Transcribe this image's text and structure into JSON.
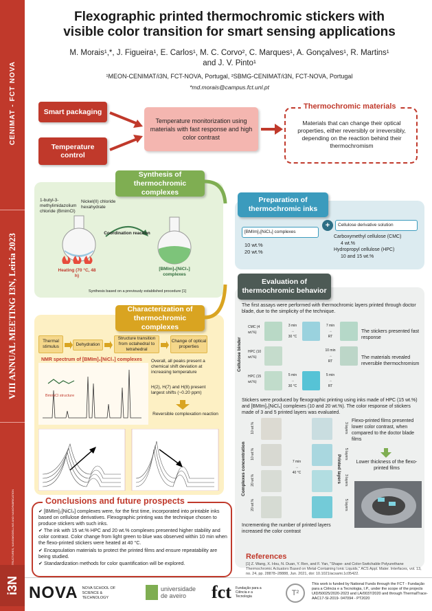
{
  "sidebar": {
    "top": "CENIMAT - FCT NOVA",
    "middle": "VIII ANNUAL MEETING I3N, Leiria 2023",
    "lower": "INSTITUTE FOR NANOSTRUCTURES, NANOMODELLING AND NANOFABRICATION",
    "logo": "i3N"
  },
  "header": {
    "title_line1": "Flexographic printed thermochromic stickers with",
    "title_line2": "visible color transition for smart sensing applications",
    "authors_line1": "M. Morais¹,*, J. Figueira¹, E. Carlos¹, M. C. Corvo², C. Marques¹, A. Gonçalves¹, R. Martins¹",
    "authors_line2": "and J. V. Pinto¹",
    "affiliation": "¹MEON-CENIMAT/i3N, FCT-NOVA, Portugal, ²SBMG-CENIMAT/i3N, FCT-NOVA, Portugal",
    "email": "*md.morais@campus.fct.unl.pt"
  },
  "intro": {
    "smart_packaging": "Smart packaging",
    "temperature_control": "Temperature control",
    "center": "Temperature monitorization using materials with fast response and high color contrast",
    "thermo_title": "Thermochromic materials",
    "thermo_body": "Materials that can change their optical properties, either reversibly or irreversibly, depending on the reaction behind their thermochromism"
  },
  "synthesis": {
    "header": "Synthesis of thermochromic complexes",
    "reagent1": "1-butyl-3-methylimidazolium chloride (BmimCl)",
    "reagent2": "Nickel(II) chloride hexahydrate",
    "reaction": "Coordination reaction",
    "heating": "Heating (70 °C, 48 h)",
    "product": "[BMIm]₂[NiCl₄] complexes",
    "note": "Synthesis based on a previously established procedure [1]"
  },
  "inks": {
    "header": "Preparation of thermochromic inks",
    "complex": "[BMIm]₂[NiCl₄] complexes",
    "conc1": "10 wt.%",
    "conc2": "20 wt.%",
    "plus": "+",
    "solution": "Cellulose derivative solution",
    "cmc": "Carboxymethyl cellulose (CMC)",
    "cmc_conc": "4 wt.%",
    "hpc": "Hydropropyl cellulose (HPC)",
    "hpc_conc": "10 and 15 wt.%"
  },
  "characterization": {
    "header": "Characterization of thermochromic complexes",
    "step1": "Thermal stimulus",
    "step2": "Dehydration",
    "step3": "Structure transition from octahedral to tetrahedral",
    "step4": "Change of optical properties",
    "nmr_title": "NMR spectrum of [BMIm]₂[NiCl₄] complexes",
    "bmim_label": "BmimCl structure",
    "point1": "Overall, all peaks present a chemical shift deviation at increasing temperature",
    "point2": "H(2), H(7) and H(8) present largest shifts (~0.20 ppm)",
    "point3": "Reversible complexation reaction"
  },
  "evaluation": {
    "header": "Evaluation of thermochromic behavior",
    "intro": "The first assays were performed with thermochromic layers printed through doctor blade, due to the simplicity of the technique.",
    "binder_label": "Cellulose binder",
    "row1": "CMC (4 wt.%)",
    "row2": "HPC (10 wt.%)",
    "row3": "HPC (15 wt.%)",
    "t1": "3 min",
    "t1b": "30 °C",
    "t2": "7 min",
    "t2b": "RT",
    "t3": "10 min",
    "t3b": "RT",
    "t4": "5 min",
    "t4b": "30 °C",
    "t5": "5 min",
    "t5b": "RT",
    "obs1": "The stickers presented fast response",
    "obs2": "The materials revealed reversible thermochromism",
    "flexo_text": "Stickers were produced by flexographic printing using inks made of HPC (15 wt.%) and [BMIm]₂[NiCl₄] complexes (10 and 20 wt.%). The color response of stickers made of 3 and 5 printed layers was evaluated.",
    "complex_conc": "Complexes concentration",
    "printed_layers": "Printed layers",
    "c10": "10 wt.%",
    "c20": "20 wt.%",
    "l3": "3 layers",
    "l5": "5 layers",
    "heat_time": "7 min",
    "heat_temp": "40 °C",
    "obs3": "Flexo-printed films presented lower color contrast, when compared to the doctor blade films",
    "obs4": "Lower thickness of the flexo-printed films",
    "obs5": "Incrementing the number of printed layers increased the color contrast"
  },
  "conclusions": {
    "title": "Conclusions and future prospects",
    "items": [
      "[BMIm]₂[NiCl₄] complexes were, for the first time, incorporated into printable inks based on cellulose derivatives. Flexographic printing was the technique chosen to produce stickers with such inks.",
      "The ink with 15 wt.% HPC and 20 wt.% complexes presented higher stability and color contrast. Color change from light green to blue was observed within 10 min when the flexo-printed stickers were heated at 40 °C.",
      "Encapsulation materials to protect the printed films and ensure repeatability are being studied.",
      "Standardization methods for color quantification will be explored."
    ]
  },
  "references": {
    "title": "References",
    "text": "[1] Z. Wang, X. Hou, N. Duan, Y. Ren, and F. Yan, \"Shape- and Color-Switchable Polyurethane Thermochromic Actuators Based on Metal-Containing Ionic Liquids,\" ACS Appl. Mater. Interfaces, vol. 13, no. 24, pp. 28878–28888, Jun. 2021, doi: 10.1021/acsami.1c05422."
  },
  "footer": {
    "nova": "NOVA",
    "nova_sub": "NOVA SCHOOL OF SCIENCE & TECHNOLOGY",
    "aveiro": "universidade de aveiro",
    "fct": "fct",
    "fct_sub": "Fundação para a Ciência e a Tecnologia",
    "t2": "T²",
    "funding": "This work is funded by National Funds through the FCT - Fundação para a Ciência e a Tecnologia, I.P., under the scope of the projects UID/50025/2020-2023 and LA/0037/2020 and through ThermalTrace- AAC17-SI-2019- 047094 - PT2020"
  },
  "colors": {
    "red": "#c0392b",
    "green": "#7fae52",
    "yellow": "#d9a421",
    "teal": "#3b9bbd",
    "dark": "#4d5a55"
  }
}
